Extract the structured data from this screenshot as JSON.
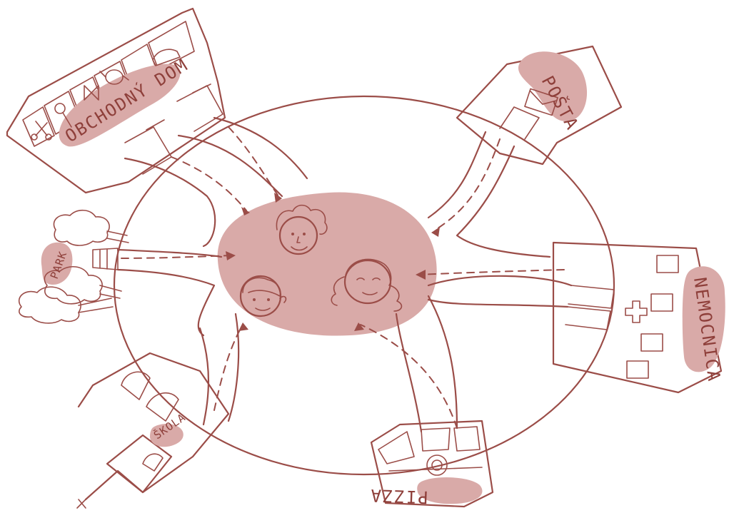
{
  "colors": {
    "ink": "#9b4d48",
    "highlight": "#d9aaa8",
    "background": "#ffffff"
  },
  "labels": {
    "shop": "OBCHODNÝ DOM",
    "post": "POŠTA",
    "park": "PARK",
    "hospital": "NEMOCNICA",
    "pizza": "PIZZA",
    "school": "ŠKOLA"
  },
  "icons": [
    "scissors-icon",
    "lollipop-icon",
    "bow-icon",
    "teapot-icon",
    "shoe-icon",
    "envelope-icon",
    "cross-icon",
    "pizza-icon",
    "tree-icon"
  ]
}
